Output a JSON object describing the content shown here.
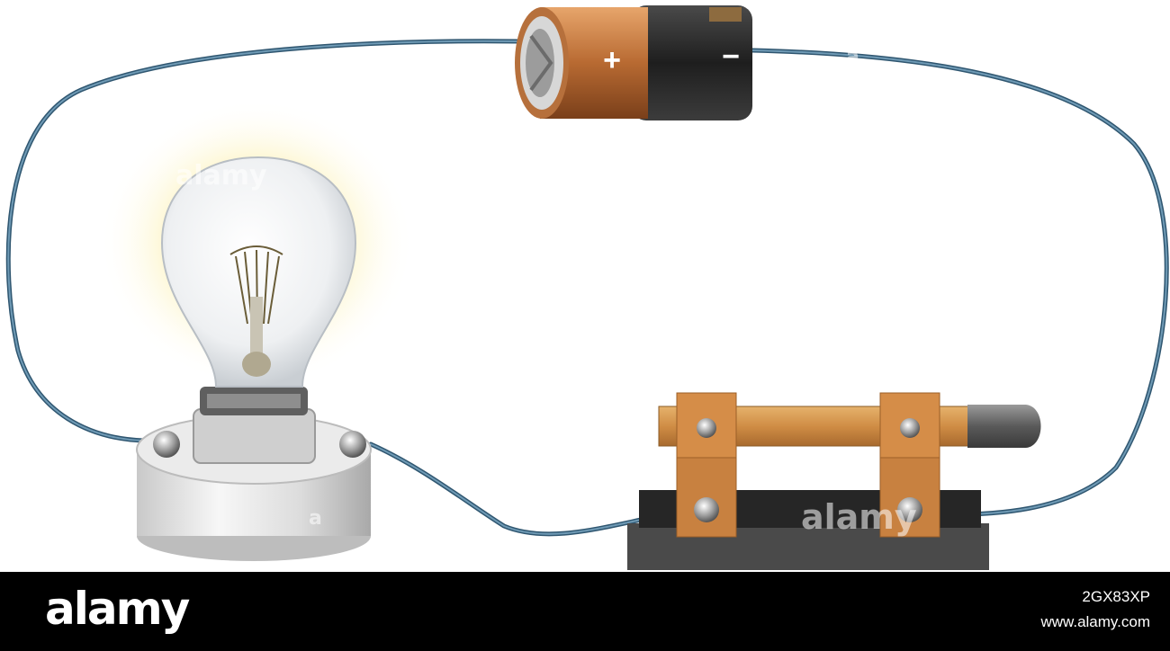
{
  "battery": {
    "plus_label": "+",
    "minus_label": "−"
  },
  "watermark": {
    "text": "alamy",
    "mark": "a"
  },
  "footer": {
    "logo": "alamy",
    "image_id": "2GX83XP",
    "url": "www.alamy.com"
  },
  "colors": {
    "wire": "#4f7f9c",
    "wire_dark": "#2f5670",
    "copper": "#c47a3e",
    "battery_black": "#2b2b2b",
    "brass": "#d79a4f",
    "bulb_glow": "#fbeea0",
    "switch_base": "#3a3a3a"
  },
  "icons": [
    "battery-icon",
    "light-bulb-icon",
    "knife-switch-icon",
    "wire"
  ]
}
